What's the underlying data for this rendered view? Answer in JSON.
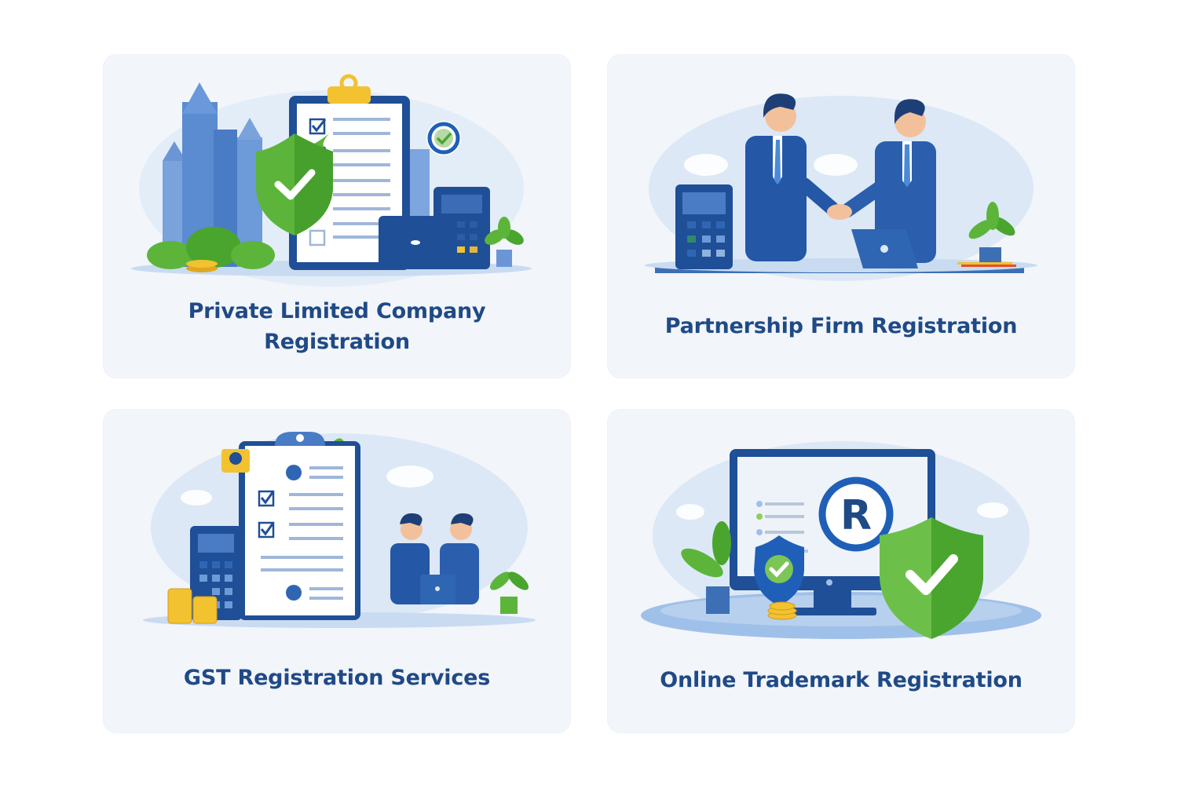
{
  "colors": {
    "page_background": "#ffffff",
    "card_background": "#f2f5fa",
    "title_text": "#1f4a86",
    "primary_blue": "#1f4f96",
    "light_blue": "#dce8f6",
    "success_green": "#5cb53a",
    "gold": "#f2c230"
  },
  "cards": [
    {
      "title": "Private Limited Company Registration",
      "title_lines": [
        "Private Limited Company",
        "Registration"
      ],
      "illustration": [
        "city-buildings-icon",
        "clipboard-checklist-icon",
        "green-shield-check-icon",
        "check-badge-icon",
        "laptop-icon",
        "calculator-icon",
        "coins-icon",
        "plant-icon"
      ]
    },
    {
      "title": "Partnership Firm Registration",
      "illustration": [
        "two-businessmen-handshake-icon",
        "calculator-icon",
        "laptop-icon",
        "plant-icon",
        "pencils-icon"
      ]
    },
    {
      "title": "GST Registration Services",
      "illustration": [
        "clipboard-checklist-icon",
        "calculator-icon",
        "coins-icon",
        "two-businessmen-meeting-icon",
        "laptop-icon",
        "plant-icon"
      ]
    },
    {
      "title": "Online Trademark Registration",
      "illustration": [
        "monitor-icon",
        "registered-trademark-icon",
        "blue-shield-check-icon",
        "green-shield-check-icon",
        "coins-icon",
        "plant-icon"
      ]
    }
  ]
}
